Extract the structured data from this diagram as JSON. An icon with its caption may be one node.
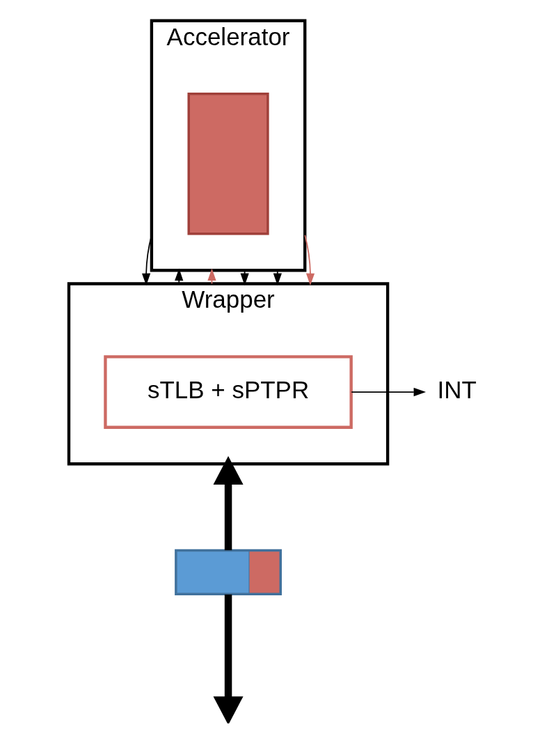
{
  "diagram": {
    "nodes": [
      {
        "text": [
          "Accelerator"
        ]
      },
      {
        "text": [],
        "shape": "bar",
        "in": 0
      },
      {
        "text": [
          "Wrapper"
        ]
      },
      {
        "text": [
          "sTLB + sPTPR"
        ],
        "in": 2
      },
      {
        "text": [
          "INT"
        ]
      },
      {
        "text": [],
        "shape": "bar"
      }
    ],
    "edges": [
      {
        "from": 0,
        "to": 2,
        "arrow": "to"
      },
      {
        "from": 2,
        "to": 0,
        "arrow": "to"
      },
      {
        "from": 2,
        "to": 0,
        "arrow": "to",
        "color": "#cd6a63"
      },
      {
        "from": 0,
        "to": 2,
        "arrow": "to"
      },
      {
        "from": 0,
        "to": 2,
        "arrow": "to"
      },
      {
        "from": 0,
        "to": 2,
        "arrow": "to",
        "color": "#cd6a63"
      },
      {
        "from": 3,
        "to": 4,
        "arrow": "to"
      },
      {
        "from": 5,
        "to": 2,
        "arrow": "to",
        "style": "thick"
      },
      {
        "from": 5,
        "to": null,
        "arrow": "to",
        "style": "thick"
      }
    ]
  }
}
